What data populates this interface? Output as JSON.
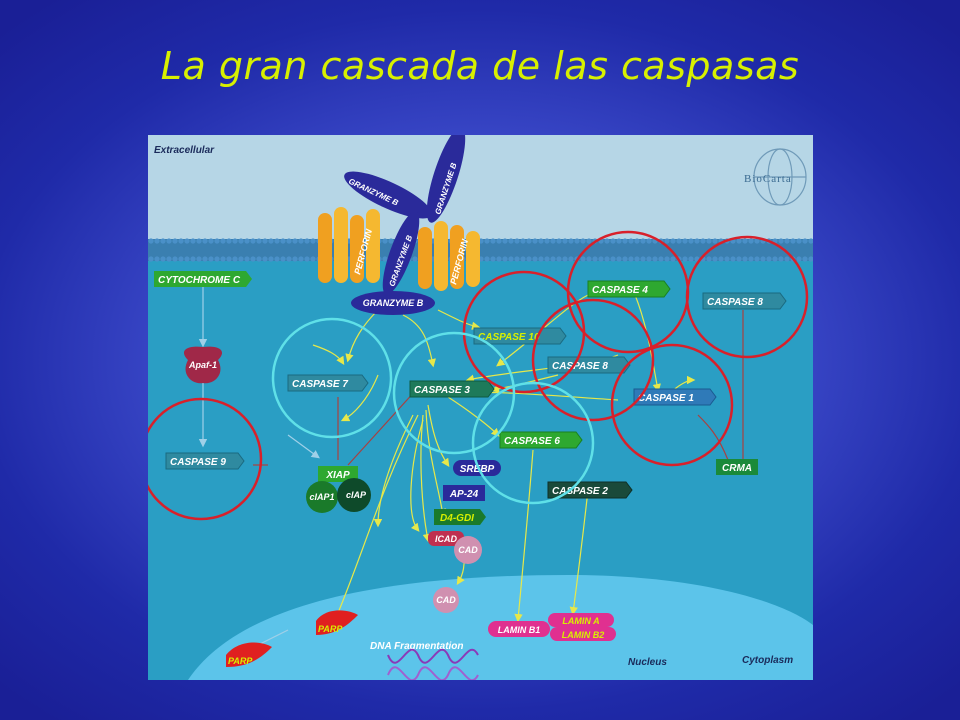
{
  "slide": {
    "title": "La gran cascada de las caspasas"
  },
  "diagram": {
    "regions": {
      "extracellular": "Extracellular",
      "nucleus": "Nucleus",
      "cytoplasm": "Cytoplasm"
    },
    "logo": "BioCarta",
    "labels": {
      "granzyme_b_top1": "GRANZYME B",
      "granzyme_b_top2": "GRANZYME B",
      "granzyme_b_mid": "GRANZYME B",
      "granzyme_b_bottom": "GRANZYME B",
      "perforin_left": "PERFORIN",
      "perforin_right": "PERFORIN",
      "cytochrome_c": "CYTOCHROME C",
      "apaf1": "Apaf-1",
      "caspase9": "CASPASE 9",
      "caspase7": "CASPASE 7",
      "caspase3": "CASPASE 3",
      "caspase10": "CASPASE 10",
      "caspase4": "CASPASE 4",
      "caspase8_mid": "CASPASE 8",
      "caspase8_right": "CASPASE 8",
      "caspase1": "CASPASE 1",
      "caspase6": "CASPASE 6",
      "caspase2": "CASPASE 2",
      "xiap": "XIAP",
      "ciap1": "cIAP1",
      "ciap": "cIAP",
      "srebp": "SREBP",
      "ap24": "AP-24",
      "d4gdi": "D4-GDI",
      "icad": "ICAD",
      "cad1": "CAD",
      "cad2": "CAD",
      "crma": "CRMA",
      "parp1": "PARP",
      "parp2": "PARP",
      "dna_frag": "DNA Fragmentation",
      "lamin_b1": "LAMIN B1",
      "lamin_a": "LAMIN A",
      "lamin_b2": "LAMIN B2"
    }
  },
  "colors": {
    "title": "#d8f000",
    "red_circle": "#d8202a",
    "cyan_circle": "#5fe0e8",
    "arrow": "#e6e84a"
  }
}
